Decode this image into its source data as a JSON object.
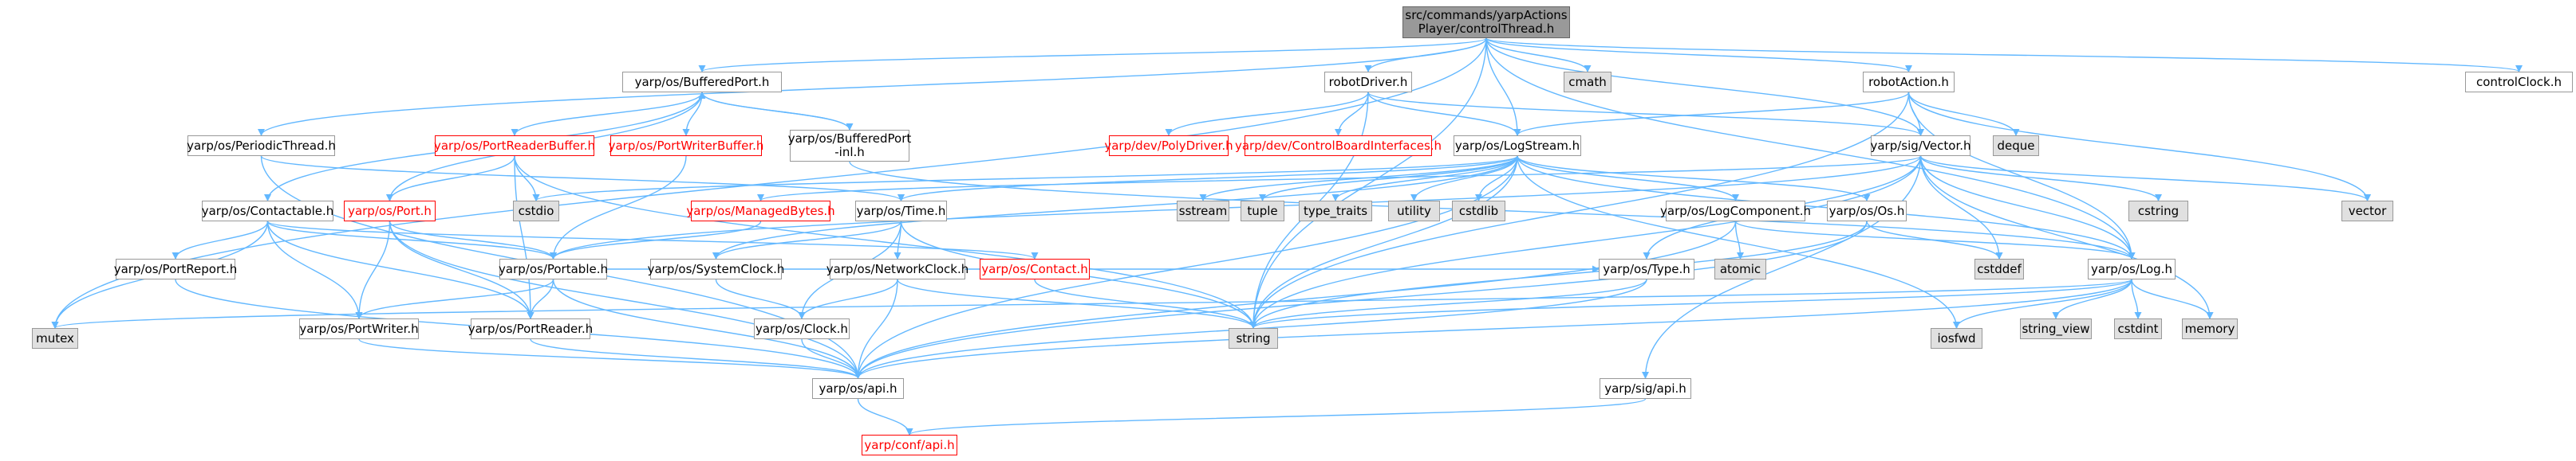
{
  "nodes": [
    {
      "id": "root",
      "label": "src/commands/yarpActions\nPlayer/controlThread.h",
      "kind": "root"
    },
    {
      "id": "bufport",
      "label": "yarp/os/BufferedPort.h",
      "kind": "normal"
    },
    {
      "id": "cmath",
      "label": "cmath",
      "kind": "system"
    },
    {
      "id": "robotdriver",
      "label": "robotDriver.h",
      "kind": "normal"
    },
    {
      "id": "robotaction",
      "label": "robotAction.h",
      "kind": "normal"
    },
    {
      "id": "controlclock",
      "label": "controlClock.h",
      "kind": "normal"
    },
    {
      "id": "periodic",
      "label": "yarp/os/PeriodicThread.h",
      "kind": "normal"
    },
    {
      "id": "portreaderbuf",
      "label": "yarp/os/PortReaderBuffer.h",
      "kind": "broken"
    },
    {
      "id": "portwriterbuf",
      "label": "yarp/os/PortWriterBuffer.h",
      "kind": "broken"
    },
    {
      "id": "bufportinl",
      "label": "yarp/os/BufferedPort\n-inl.h",
      "kind": "normal"
    },
    {
      "id": "polydriver",
      "label": "yarp/dev/PolyDriver.h",
      "kind": "broken"
    },
    {
      "id": "cbi",
      "label": "yarp/dev/ControlBoardInterfaces.h",
      "kind": "broken"
    },
    {
      "id": "logstream",
      "label": "yarp/os/LogStream.h",
      "kind": "normal"
    },
    {
      "id": "vector_h",
      "label": "yarp/sig/Vector.h",
      "kind": "normal"
    },
    {
      "id": "deque",
      "label": "deque",
      "kind": "system"
    },
    {
      "id": "contactable",
      "label": "yarp/os/Contactable.h",
      "kind": "normal"
    },
    {
      "id": "port",
      "label": "yarp/os/Port.h",
      "kind": "broken"
    },
    {
      "id": "cstdio",
      "label": "cstdio",
      "kind": "system"
    },
    {
      "id": "managedbytes",
      "label": "yarp/os/ManagedBytes.h",
      "kind": "broken"
    },
    {
      "id": "time",
      "label": "yarp/os/Time.h",
      "kind": "normal"
    },
    {
      "id": "sstream",
      "label": "sstream",
      "kind": "system"
    },
    {
      "id": "tuple",
      "label": "tuple",
      "kind": "system"
    },
    {
      "id": "type_traits",
      "label": "type_traits",
      "kind": "system"
    },
    {
      "id": "utility",
      "label": "utility",
      "kind": "system"
    },
    {
      "id": "cstdlib",
      "label": "cstdlib",
      "kind": "system"
    },
    {
      "id": "logcomponent",
      "label": "yarp/os/LogComponent.h",
      "kind": "normal"
    },
    {
      "id": "os",
      "label": "yarp/os/Os.h",
      "kind": "normal"
    },
    {
      "id": "cstring",
      "label": "cstring",
      "kind": "system"
    },
    {
      "id": "vector",
      "label": "vector",
      "kind": "system"
    },
    {
      "id": "portreport",
      "label": "yarp/os/PortReport.h",
      "kind": "normal"
    },
    {
      "id": "portable",
      "label": "yarp/os/Portable.h",
      "kind": "normal"
    },
    {
      "id": "contact",
      "label": "yarp/os/Contact.h",
      "kind": "broken"
    },
    {
      "id": "systemclock",
      "label": "yarp/os/SystemClock.h",
      "kind": "normal"
    },
    {
      "id": "networkclock",
      "label": "yarp/os/NetworkClock.h",
      "kind": "normal"
    },
    {
      "id": "atomic",
      "label": "atomic",
      "kind": "system"
    },
    {
      "id": "type",
      "label": "yarp/os/Type.h",
      "kind": "normal"
    },
    {
      "id": "cstddef",
      "label": "cstddef",
      "kind": "system"
    },
    {
      "id": "log",
      "label": "yarp/os/Log.h",
      "kind": "normal"
    },
    {
      "id": "mutex",
      "label": "mutex",
      "kind": "system"
    },
    {
      "id": "portwriter",
      "label": "yarp/os/PortWriter.h",
      "kind": "normal"
    },
    {
      "id": "portreader",
      "label": "yarp/os/PortReader.h",
      "kind": "normal"
    },
    {
      "id": "clock",
      "label": "yarp/os/Clock.h",
      "kind": "normal"
    },
    {
      "id": "string",
      "label": "string",
      "kind": "system"
    },
    {
      "id": "iosfwd",
      "label": "iosfwd",
      "kind": "system"
    },
    {
      "id": "string_view",
      "label": "string_view",
      "kind": "system"
    },
    {
      "id": "cstdint",
      "label": "cstdint",
      "kind": "system"
    },
    {
      "id": "memory",
      "label": "memory",
      "kind": "system"
    },
    {
      "id": "osapi",
      "label": "yarp/os/api.h",
      "kind": "normal"
    },
    {
      "id": "sigapi",
      "label": "yarp/sig/api.h",
      "kind": "normal"
    },
    {
      "id": "confapi",
      "label": "yarp/conf/api.h",
      "kind": "broken"
    }
  ],
  "edges": [
    [
      "root",
      "bufport"
    ],
    [
      "root",
      "cmath"
    ],
    [
      "root",
      "robotdriver"
    ],
    [
      "root",
      "robotaction"
    ],
    [
      "root",
      "controlclock"
    ],
    [
      "root",
      "periodic"
    ],
    [
      "root",
      "string"
    ],
    [
      "root",
      "logstream"
    ],
    [
      "root",
      "vector_h"
    ],
    [
      "root",
      "mutex"
    ],
    [
      "root",
      "log"
    ],
    [
      "bufport",
      "portreaderbuf"
    ],
    [
      "bufport",
      "portwriterbuf"
    ],
    [
      "bufport",
      "bufportinl"
    ],
    [
      "bufport",
      "port"
    ],
    [
      "bufport",
      "contactable"
    ],
    [
      "bufportinl",
      "bufport"
    ],
    [
      "bufportinl",
      "log"
    ],
    [
      "robotdriver",
      "polydriver"
    ],
    [
      "robotdriver",
      "cbi"
    ],
    [
      "robotdriver",
      "logstream"
    ],
    [
      "robotdriver",
      "string"
    ],
    [
      "robotdriver",
      "vector_h"
    ],
    [
      "robotaction",
      "logstream"
    ],
    [
      "robotaction",
      "vector_h"
    ],
    [
      "robotaction",
      "deque"
    ],
    [
      "robotaction",
      "string"
    ],
    [
      "robotaction",
      "vector"
    ],
    [
      "robotaction",
      "log"
    ],
    [
      "periodic",
      "time"
    ],
    [
      "periodic",
      "osapi"
    ],
    [
      "portreaderbuf",
      "port"
    ],
    [
      "portreaderbuf",
      "cstdio"
    ],
    [
      "portreaderbuf",
      "portreader"
    ],
    [
      "portreaderbuf",
      "string"
    ],
    [
      "portwriterbuf",
      "portable"
    ],
    [
      "logstream",
      "cstdio"
    ],
    [
      "logstream",
      "sstream"
    ],
    [
      "logstream",
      "tuple"
    ],
    [
      "logstream",
      "type_traits"
    ],
    [
      "logstream",
      "utility"
    ],
    [
      "logstream",
      "cstdlib"
    ],
    [
      "logstream",
      "logcomponent"
    ],
    [
      "logstream",
      "os"
    ],
    [
      "logstream",
      "log"
    ],
    [
      "logstream",
      "time"
    ],
    [
      "logstream",
      "string"
    ],
    [
      "logstream",
      "iosfwd"
    ],
    [
      "logstream",
      "systemclock"
    ],
    [
      "logstream",
      "osapi"
    ],
    [
      "vector_h",
      "cstring"
    ],
    [
      "vector_h",
      "vector"
    ],
    [
      "vector_h",
      "cstddef"
    ],
    [
      "vector_h",
      "managedbytes"
    ],
    [
      "vector_h",
      "type"
    ],
    [
      "vector_h",
      "string"
    ],
    [
      "vector_h",
      "portable"
    ],
    [
      "vector_h",
      "log"
    ],
    [
      "vector_h",
      "memory"
    ],
    [
      "vector_h",
      "sigapi"
    ],
    [
      "contactable",
      "portreport"
    ],
    [
      "contactable",
      "portable"
    ],
    [
      "contactable",
      "contact"
    ],
    [
      "contactable",
      "portwriter"
    ],
    [
      "contactable",
      "portreader"
    ],
    [
      "contactable",
      "mutex"
    ],
    [
      "port",
      "portable"
    ],
    [
      "port",
      "portwriter"
    ],
    [
      "port",
      "portreader"
    ],
    [
      "port",
      "osapi"
    ],
    [
      "managedbytes",
      "portable"
    ],
    [
      "time",
      "systemclock"
    ],
    [
      "time",
      "networkclock"
    ],
    [
      "time",
      "clock"
    ],
    [
      "time",
      "string"
    ],
    [
      "logcomponent",
      "atomic"
    ],
    [
      "logcomponent",
      "log"
    ],
    [
      "logcomponent",
      "osapi"
    ],
    [
      "os",
      "cstddef"
    ],
    [
      "os",
      "string"
    ],
    [
      "os",
      "osapi"
    ],
    [
      "portreport",
      "osapi"
    ],
    [
      "portable",
      "portwriter"
    ],
    [
      "portable",
      "portreader"
    ],
    [
      "portable",
      "type"
    ],
    [
      "portable",
      "osapi"
    ],
    [
      "contact",
      "string"
    ],
    [
      "systemclock",
      "clock"
    ],
    [
      "networkclock",
      "clock"
    ],
    [
      "networkclock",
      "string"
    ],
    [
      "networkclock",
      "osapi"
    ],
    [
      "type",
      "string"
    ],
    [
      "type",
      "osapi"
    ],
    [
      "log",
      "string"
    ],
    [
      "log",
      "iosfwd"
    ],
    [
      "log",
      "string_view"
    ],
    [
      "log",
      "cstdint"
    ],
    [
      "log",
      "memory"
    ],
    [
      "log",
      "osapi"
    ],
    [
      "log",
      "mutex"
    ],
    [
      "portwriter",
      "osapi"
    ],
    [
      "portreader",
      "osapi"
    ],
    [
      "clock",
      "osapi"
    ],
    [
      "osapi",
      "confapi"
    ],
    [
      "sigapi",
      "confapi"
    ]
  ],
  "colors": {
    "edge": "#63b8ff",
    "edge_secondary": "#7aa7e0",
    "root_fill": "#999999",
    "system_fill": "#e0e0e0",
    "broken_stroke": "#ff0000",
    "node_stroke": "#999999"
  }
}
